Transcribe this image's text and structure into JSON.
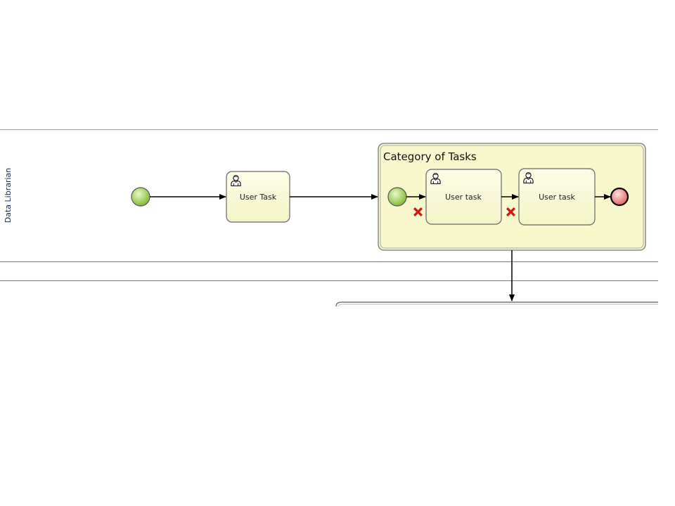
{
  "lane": {
    "label": "Data Librarian"
  },
  "tasks": {
    "main": {
      "label": "User Task"
    },
    "sub1": {
      "label": "User task"
    },
    "sub2": {
      "label": "User task"
    }
  },
  "subprocess": {
    "title": "Category of Tasks"
  },
  "colors": {
    "start_event": "#8cc63f",
    "end_event": "#f07a7a",
    "task_fill": "#fafad8",
    "subprocess_fill": "#f8f8cc",
    "lane_line": "#888888",
    "error_marker": "#dd1111"
  },
  "icons": {
    "task": "user-icon",
    "error": "error-cross-icon"
  }
}
